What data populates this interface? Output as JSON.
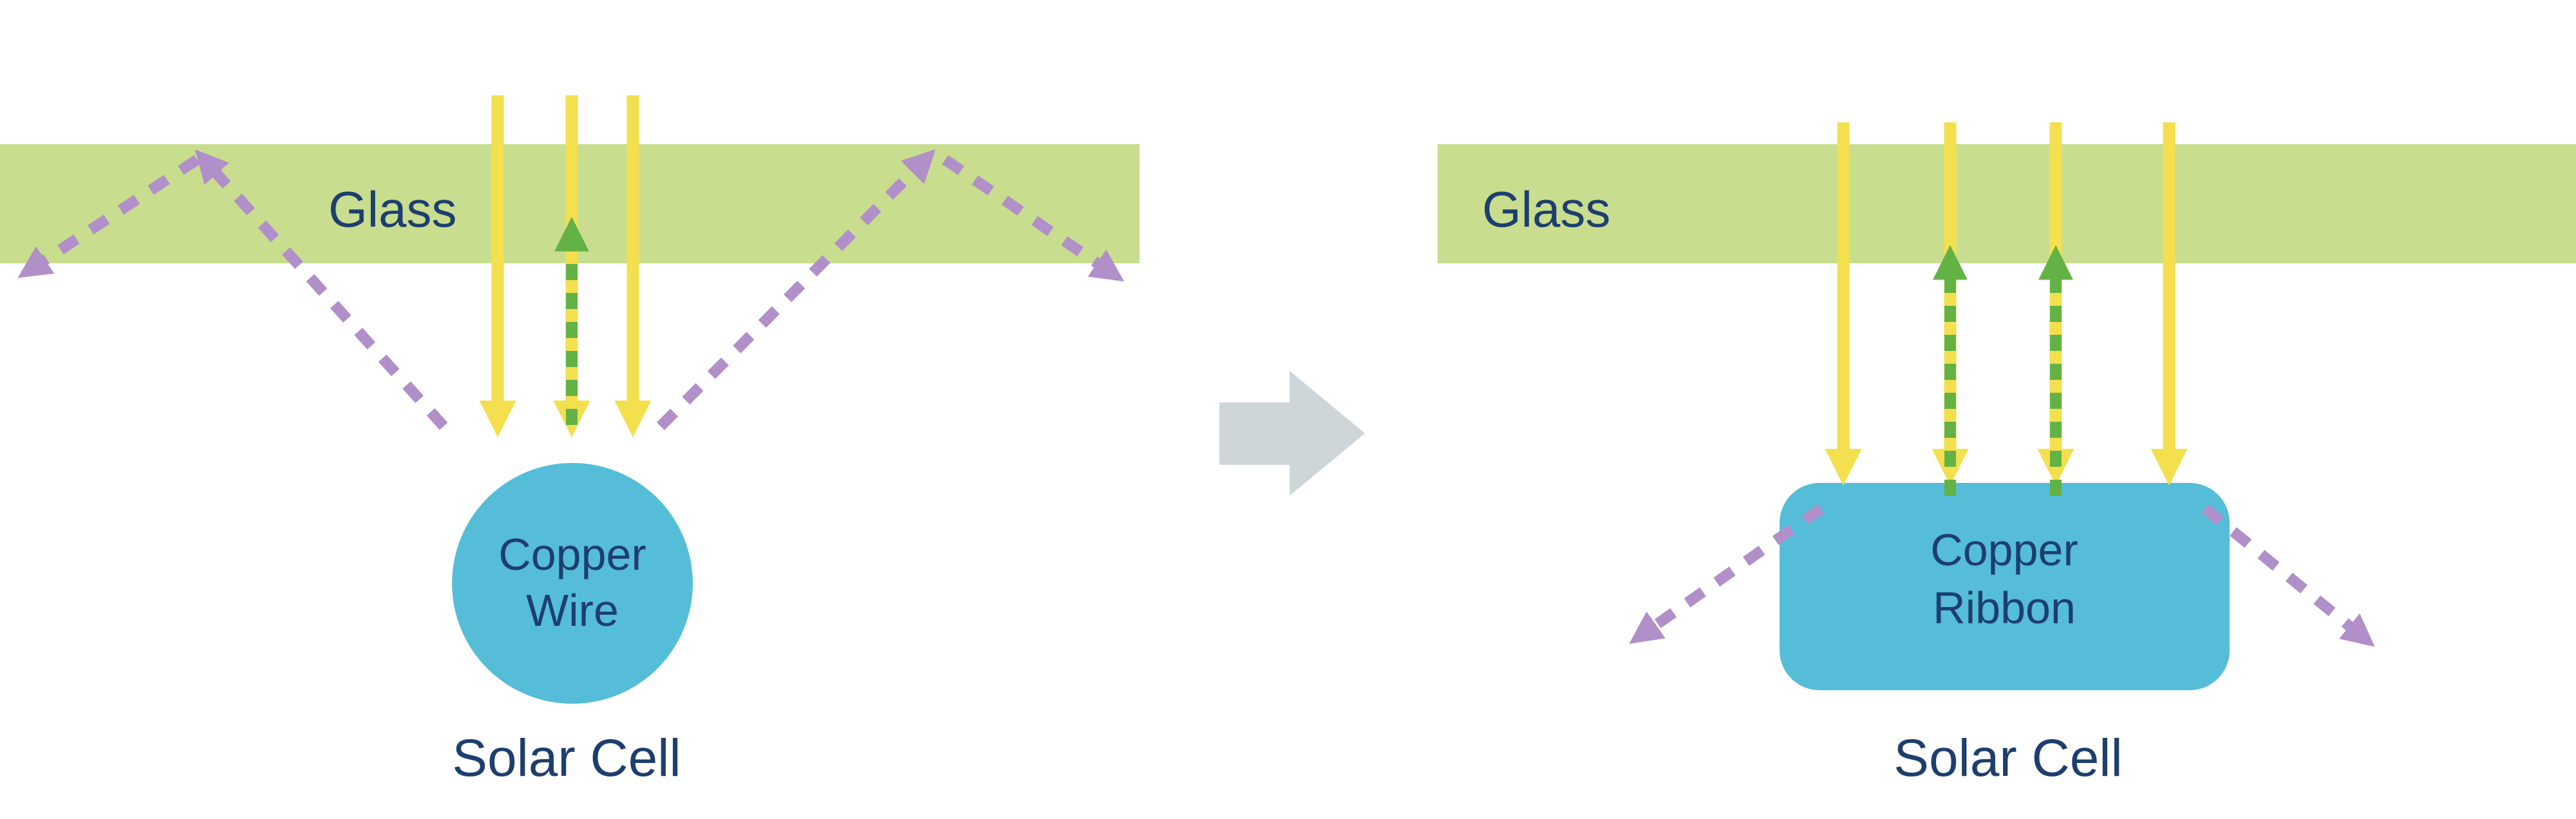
{
  "colors": {
    "background": "#ffffff",
    "glass": "#c8dd8e",
    "sunlight": "#f4df4e",
    "reflected": "#b18fc9",
    "recaptured": "#63b245",
    "copper": "#55bdd8",
    "text": "#1d3e6e",
    "transform_arrow": "#cfd6da"
  },
  "left": {
    "glass_label": "Glass",
    "copper_label_line1": "Copper",
    "copper_label_line2": "Wire",
    "solar_cell_label": "Solar Cell"
  },
  "right": {
    "glass_label": "Glass",
    "copper_label_line1": "Copper",
    "copper_label_line2": "Ribbon",
    "solar_cell_label": "Solar Cell"
  }
}
